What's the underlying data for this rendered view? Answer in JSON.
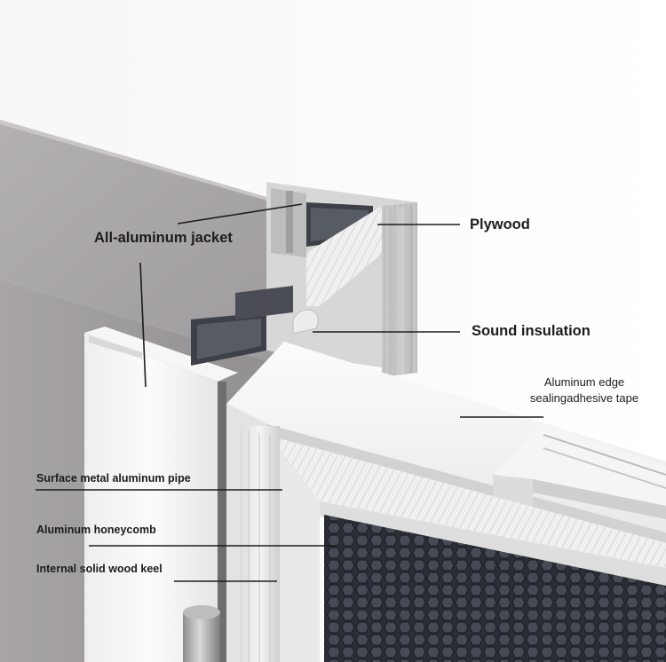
{
  "labels": {
    "all_aluminum_jacket": "All-aluminum jacket",
    "plywood": "Plywood",
    "sound_insulation": "Sound insulation",
    "edge_tape_line1": "Aluminum edge",
    "edge_tape_line2": "sealingadhesive tape",
    "surface_pipe": "Surface metal aluminum pipe",
    "honeycomb": "Aluminum honeycomb",
    "wood_keel": "Internal solid wood keel"
  },
  "colors": {
    "jacket_gray": "#a9a6a8",
    "aluminum_light": "#f2f2f2",
    "honeycomb_dark": "#2e3138",
    "leader_line": "#1c1c1c"
  }
}
